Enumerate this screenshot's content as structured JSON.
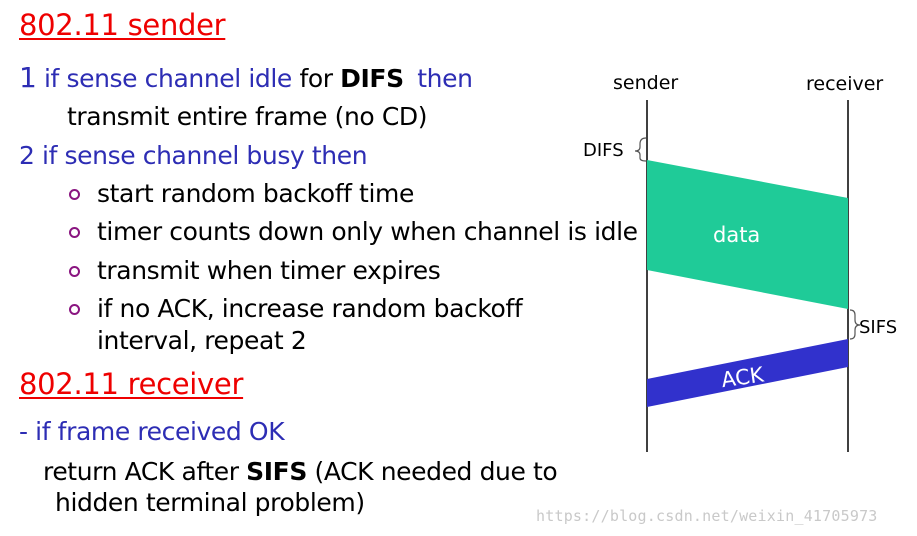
{
  "sender_section": {
    "title": "802.11 sender",
    "step1_num": "1",
    "step1_cond": "if sense channel idle",
    "step1_for": "for",
    "step1_difs": "DIFS",
    "step1_then": "then",
    "step1_action": "transmit entire frame (no CD)",
    "step2": "2 if sense channel busy then",
    "bullets": [
      "start random backoff time",
      "timer counts down only when channel is idle",
      "transmit when timer expires",
      "if no ACK, increase random backoff",
      "interval, repeat 2"
    ]
  },
  "receiver_section": {
    "title": "802.11 receiver",
    "cond": "- if frame received OK",
    "return_pre": "return ACK after",
    "return_sifs": "SIFS",
    "return_post": "(ACK needed due to",
    "return_line2": "hidden terminal problem)"
  },
  "diagram": {
    "sender_label": "sender",
    "receiver_label": "receiver",
    "difs_label": "DIFS",
    "sifs_label": "SIFS",
    "data_label": "data",
    "ack_label": "ACK",
    "colors": {
      "data": "#1fcb98",
      "ack": "#3131cc",
      "line": "#000000"
    }
  },
  "watermark": "https://blog.csdn.net/weixin_41705973"
}
